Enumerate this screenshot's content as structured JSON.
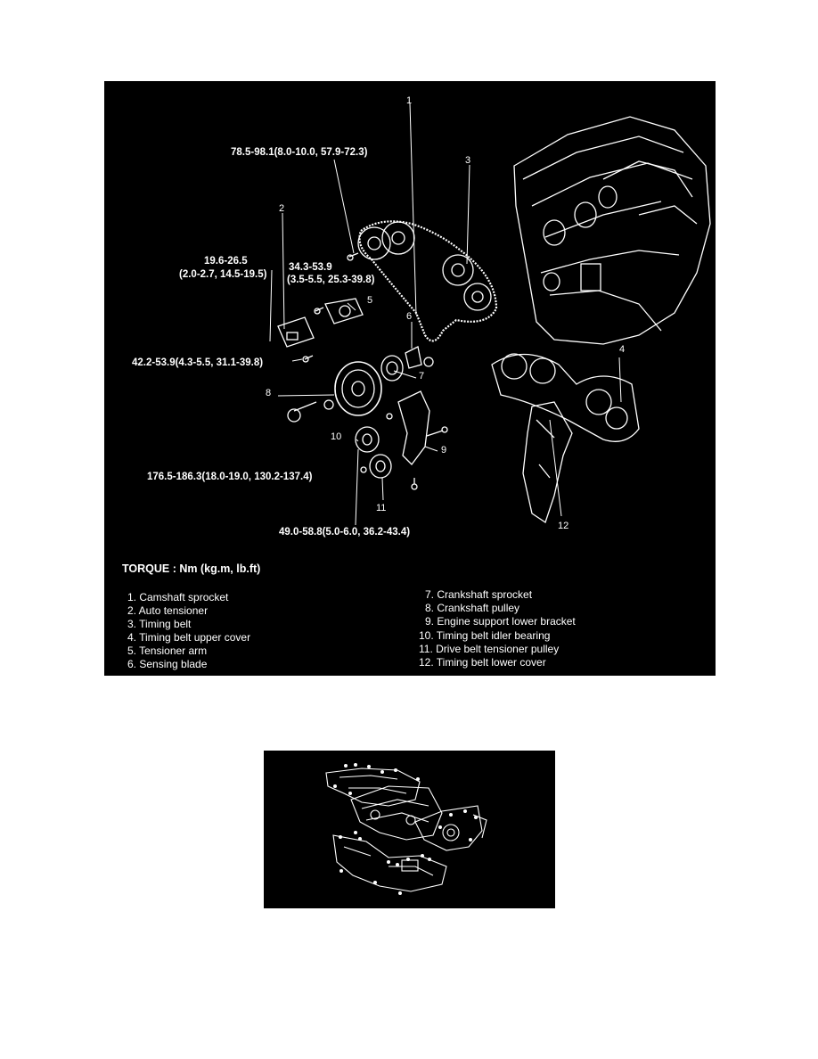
{
  "figure1": {
    "callouts": [
      "1",
      "2",
      "3",
      "4",
      "5",
      "6",
      "7",
      "8",
      "9",
      "10",
      "11",
      "12"
    ],
    "torques": {
      "t1": "78.5-98.1(8.0-10.0, 57.9-72.3)",
      "t2a": "19.6-26.5",
      "t2b": "(2.0-2.7, 14.5-19.5)",
      "t3a": "34.3-53.9",
      "t3b": "(3.5-5.5, 25.3-39.8)",
      "t4": "42.2-53.9(4.3-5.5, 31.1-39.8)",
      "t5": "176.5-186.3(18.0-19.0, 130.2-137.4)",
      "t6": "49.0-58.8(5.0-6.0, 36.2-43.4)"
    },
    "torque_heading": "TORQUE : Nm (kg.m, lb.ft)",
    "legend": [
      "1. Camshaft sprocket",
      "2. Auto tensioner",
      "3. Timing belt",
      "4. Timing belt upper cover",
      "5. Tensioner arm",
      "6. Sensing blade",
      "7. Crankshaft sprocket",
      "8. Crankshaft pulley",
      "9. Engine support lower bracket",
      "10. Timing belt idler bearing",
      "11. Drive belt tensioner pulley",
      "12. Timing belt lower cover"
    ]
  },
  "colors": {
    "background": "#000000",
    "line": "#ffffff",
    "page": "#ffffff"
  }
}
